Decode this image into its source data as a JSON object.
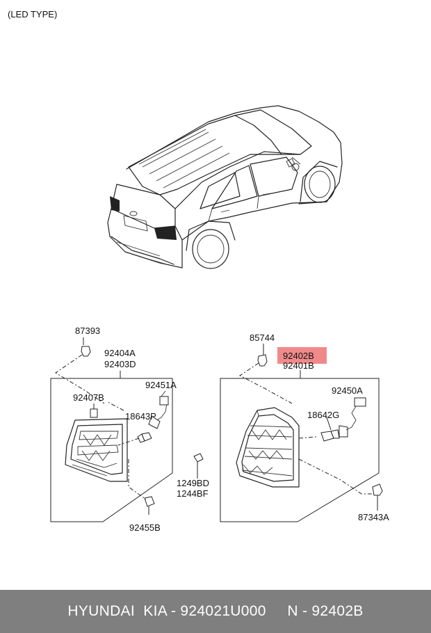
{
  "title": "(LED TYPE)",
  "colors": {
    "highlight": "#f08a8a",
    "footer_bg": "#7f7f7f"
  },
  "labels": {
    "p87393": "87393",
    "p92404A": "92404A",
    "p92403D": "92403D",
    "p92451A": "92451A",
    "p92407B": "92407B",
    "p18643P": "18643P",
    "p92455B": "92455B",
    "p1249BD": "1249BD",
    "p1244BF": "1244BF",
    "p85744": "85744",
    "p92402B": "92402B",
    "p92401B": "92401B",
    "p92450A": "92450A",
    "p18642G": "18642G",
    "p87343A": "87343A"
  },
  "footer": {
    "text": "HYUNDAI  KIA - 924021U000     N - 92402B"
  }
}
